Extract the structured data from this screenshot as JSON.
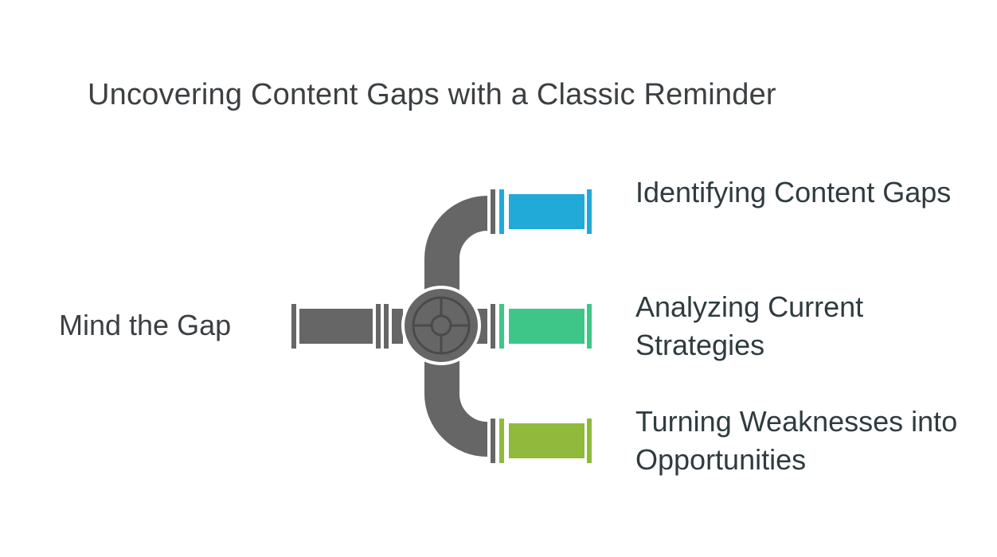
{
  "title": "Uncovering Content Gaps with a Classic Reminder",
  "source": {
    "label": "Mind the Gap"
  },
  "branches": [
    {
      "label": "Identifying Content Gaps",
      "color": "#21a9d8"
    },
    {
      "label": "Analyzing Current Strategies",
      "color": "#3ec688"
    },
    {
      "label": "Turning Weaknesses into Opportunities",
      "color": "#8fba3c"
    }
  ],
  "colors": {
    "pipe": "#666666",
    "text": "#3c4043"
  },
  "icons": {
    "valve": "valve-wheel-icon"
  }
}
